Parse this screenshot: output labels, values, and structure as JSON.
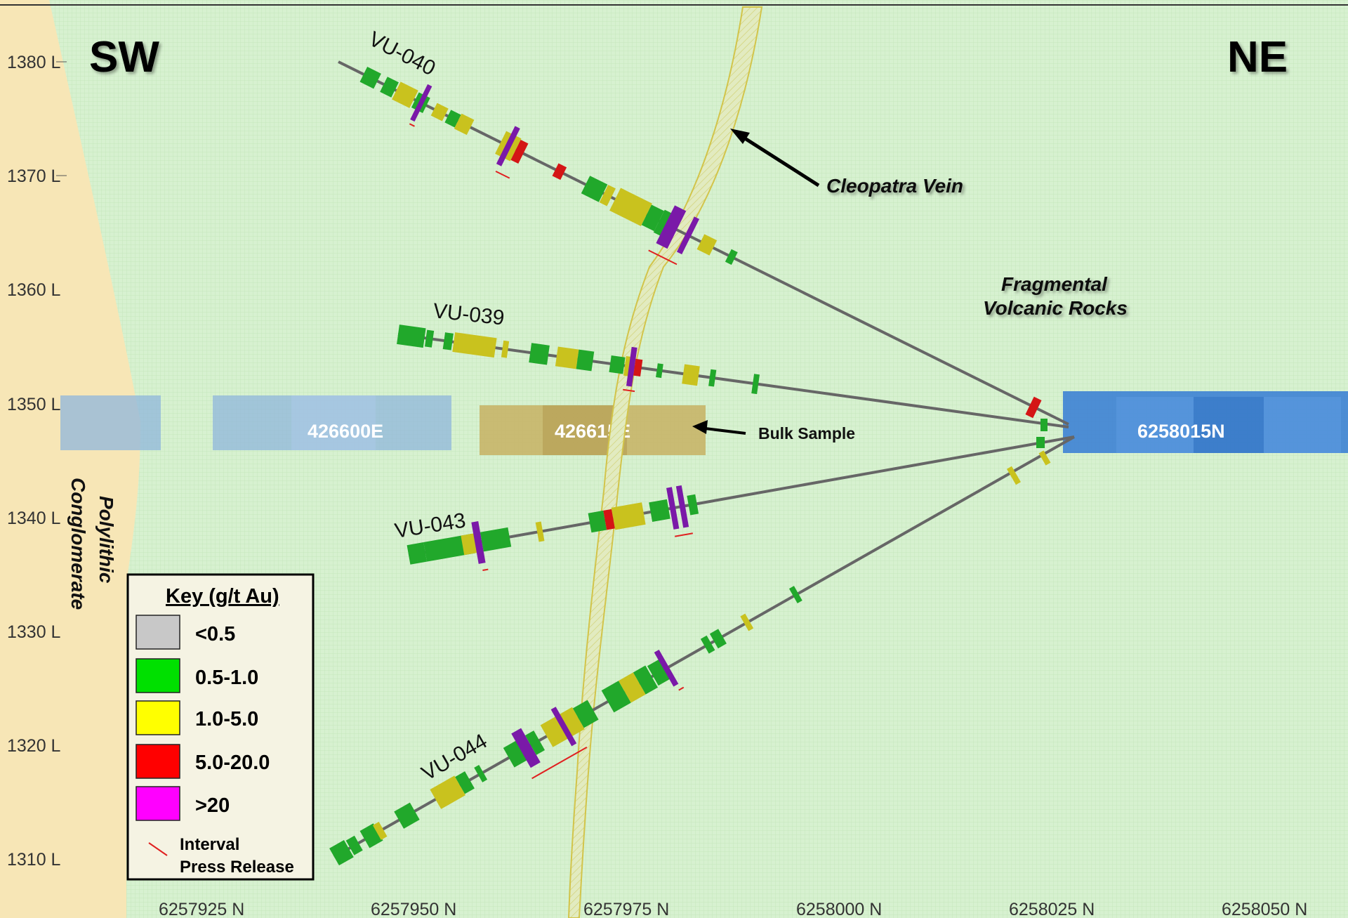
{
  "direction_left": "SW",
  "direction_right": "NE",
  "levels": [
    "1380 L",
    "1370 L",
    "1360 L",
    "1350 L",
    "1340 L",
    "1330 L",
    "1320 L",
    "1310 L"
  ],
  "northings": [
    "6257925 N",
    "6257950 N",
    "6257975 N",
    "6258000 N",
    "6258025 N",
    "6258050 N"
  ],
  "holes": {
    "vu040": "VU-040",
    "vu039": "VU-039",
    "vu043": "VU-043",
    "vu044": "VU-044"
  },
  "labels": {
    "cleopatra": "Cleopatra Vein",
    "fragmental_1": "Fragmental",
    "fragmental_2": "Volcanic Rocks",
    "polylithic_1": "Polylithic",
    "polylithic_2": "Conglomerate",
    "bulk_sample": "Bulk Sample"
  },
  "sections": {
    "e600": "426600E",
    "e615": "426615E",
    "n015": "6258015N"
  },
  "legend": {
    "title": "Key (g/t Au)",
    "items": [
      {
        "label": "<0.5",
        "color": "#c8c8c8"
      },
      {
        "label": "0.5-1.0",
        "color": "#00e000"
      },
      {
        "label": "1.0-5.0",
        "color": "#ffff00"
      },
      {
        "label": "5.0-20.0",
        "color": "#ff0000"
      },
      {
        "label": ">20",
        "color": "#ff00ff"
      }
    ],
    "interval_1": "Interval",
    "interval_2": "Press Release"
  },
  "colors": {
    "background": "#d9f3d2",
    "conglomerate": "#f8e7b8",
    "green": "#21a82b",
    "yellow": "#c9c21e",
    "red": "#d41515",
    "purple": "#7a19a8",
    "hole_trace": "#777777",
    "vein": "#d6c94a",
    "section_blue": "#4a8fd6"
  }
}
